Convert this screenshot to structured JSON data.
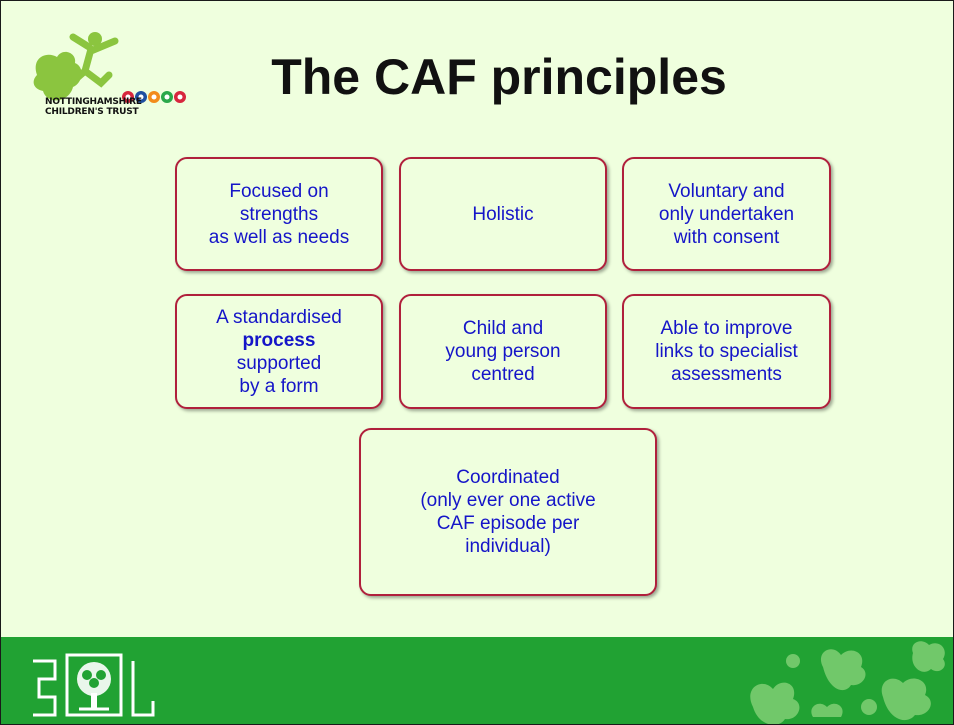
{
  "logo": {
    "text_line1": "NOTTINGHAMSHIRE",
    "text_line2": "CHILDREN'S TRUST",
    "icon_name": "childrens-trust-logo-icon"
  },
  "title": "The CAF principles",
  "principles": [
    {
      "lines": [
        "Focused on",
        "strengths",
        "as well as needs"
      ]
    },
    {
      "lines": [
        "Holistic"
      ]
    },
    {
      "lines": [
        "Voluntary and",
        "only undertaken",
        "with consent"
      ]
    },
    {
      "lines": [
        "A standardised",
        "process",
        "supported",
        "by a form"
      ],
      "bold_line": 1
    },
    {
      "lines": [
        "Child and",
        "young person",
        "centred"
      ]
    },
    {
      "lines": [
        "Able to improve",
        "links to specialist",
        "assessments"
      ]
    },
    {
      "lines": [
        "Coordinated",
        "(only ever one active",
        "CAF episode per",
        "individual)"
      ]
    }
  ],
  "footer": {
    "crest_icon": "county-council-crest-icon",
    "decoration_icon": "leaf-pattern-icon"
  },
  "colors": {
    "background": "#efffde",
    "box_border": "#b0203c",
    "box_text": "#1515c8",
    "footer": "#21a233"
  }
}
